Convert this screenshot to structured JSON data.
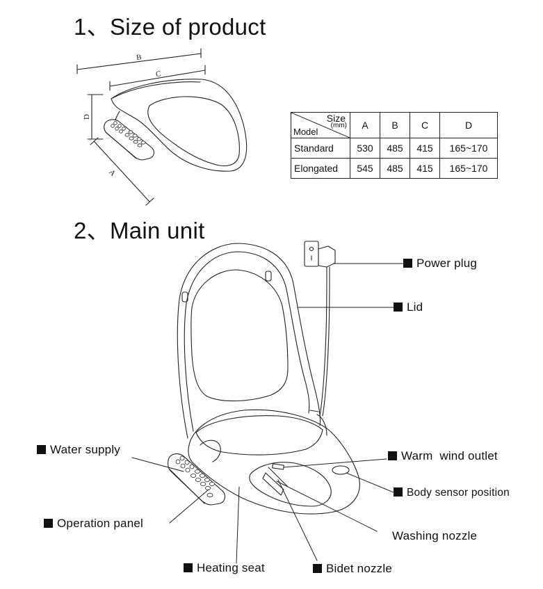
{
  "headings": {
    "size": "1、Size of product",
    "main": "2、Main unit"
  },
  "dimensions": {
    "a": "A",
    "b": "B",
    "c": "C",
    "d": "D"
  },
  "spec_table": {
    "size_label": "Size",
    "unit_label": "(mm)",
    "model_label": "Model",
    "columns": [
      "A",
      "B",
      "C",
      "D"
    ],
    "rows": [
      {
        "model": "Standard",
        "values": [
          "530",
          "485",
          "415",
          "165~170"
        ]
      },
      {
        "model": "Elongated",
        "values": [
          "545",
          "485",
          "415",
          "165~170"
        ]
      }
    ]
  },
  "callouts": {
    "power_plug": "Power plug",
    "lid": "Lid",
    "water_supply": "Water supply",
    "warm_wind_outlet": "Warm  wind outlet",
    "body_sensor": "Body sensor position",
    "operation_panel": "Operation panel",
    "washing_nozzle": "Washing nozzle",
    "heating_seat": "Heating seat",
    "bidet_nozzle": "Bidet nozzle"
  }
}
